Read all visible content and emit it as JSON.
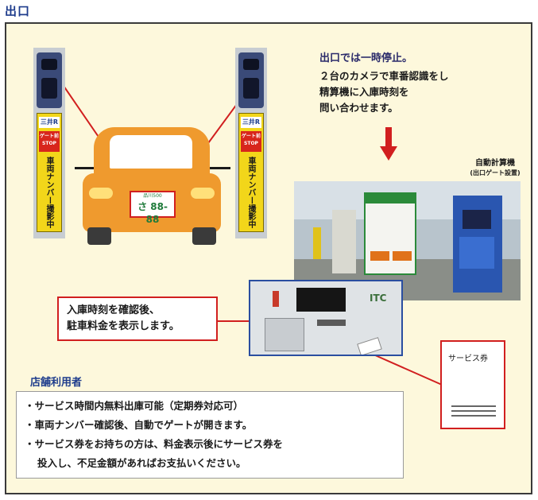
{
  "page": {
    "title": "出口"
  },
  "exit": {
    "heading": "出口では一時停止。",
    "description_lines": [
      "２台のカメラで車番認識をし",
      "精算機に入庫時刻を",
      "問い合わせます。"
    ]
  },
  "camera_sign": {
    "logo": "三井R",
    "stop_line1": "ゲート前",
    "stop_line2": "STOP",
    "vertical_text": "車両ナンバー撮影中"
  },
  "license_plate": {
    "region": "品川500",
    "number": "さ 88-88"
  },
  "machine": {
    "label": "自動計算機",
    "sublabel": "(出口ゲート設置)",
    "brand": "ITC"
  },
  "callout": {
    "lines": [
      "入庫時刻を確認後、",
      "駐車料金を表示します。"
    ]
  },
  "voucher": {
    "label": "サービス券"
  },
  "store_users": {
    "heading": "店舗利用者",
    "items": [
      "・サービス時間内無料出庫可能（定期券対応可）",
      "・車両ナンバー確認後、自動でゲートが開きます。",
      "・サービス券をお持ちの方は、料金表示後にサービス券を",
      "投入し、不足金額があればお支払いください。"
    ]
  },
  "colors": {
    "accent_blue": "#1e3c8c",
    "panel_bg": "#fdf8dc",
    "callout_red": "#d11f1f",
    "car_orange": "#ef9a2e",
    "sign_yellow": "#f2d61a"
  }
}
